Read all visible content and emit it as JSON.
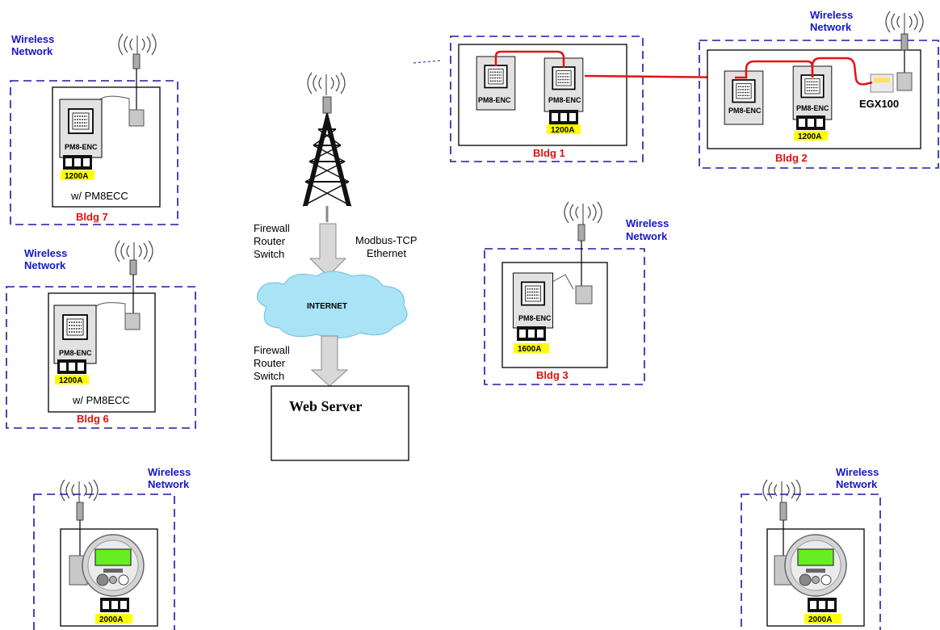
{
  "labels": {
    "wireless_network_line1": "Wireless",
    "wireless_network_line2": "Network",
    "meter_model": "PM8-ENC",
    "with_pm8ecc": "w/ PM8ECC",
    "gateway": "EGX100",
    "internet": "INTERNET",
    "modbus_line1": "Modbus-TCP",
    "modbus_line2": "Ethernet",
    "firewall_line1": "Firewall",
    "firewall_line2": "Router",
    "firewall_line3": "Switch",
    "web_server": "Web Server"
  },
  "buildings": {
    "bldg1": {
      "name": "Bldg 1",
      "rating": "1200A"
    },
    "bldg2": {
      "name": "Bldg 2",
      "rating": "1200A"
    },
    "bldg3": {
      "name": "Bldg 3",
      "rating": "1600A"
    },
    "bldg6": {
      "name": "Bldg 6",
      "rating": "1200A"
    },
    "bldg7": {
      "name": "Bldg 7",
      "rating": "1200A"
    },
    "bottom_left": {
      "rating": "2000A"
    },
    "bottom_right": {
      "rating": "2000A"
    }
  },
  "colors": {
    "wireless_label": "#1515d0",
    "building_label": "#e01010",
    "rating_badge": "#ffff00",
    "meter_display": "#66ee22",
    "link_line": "#e01515"
  }
}
